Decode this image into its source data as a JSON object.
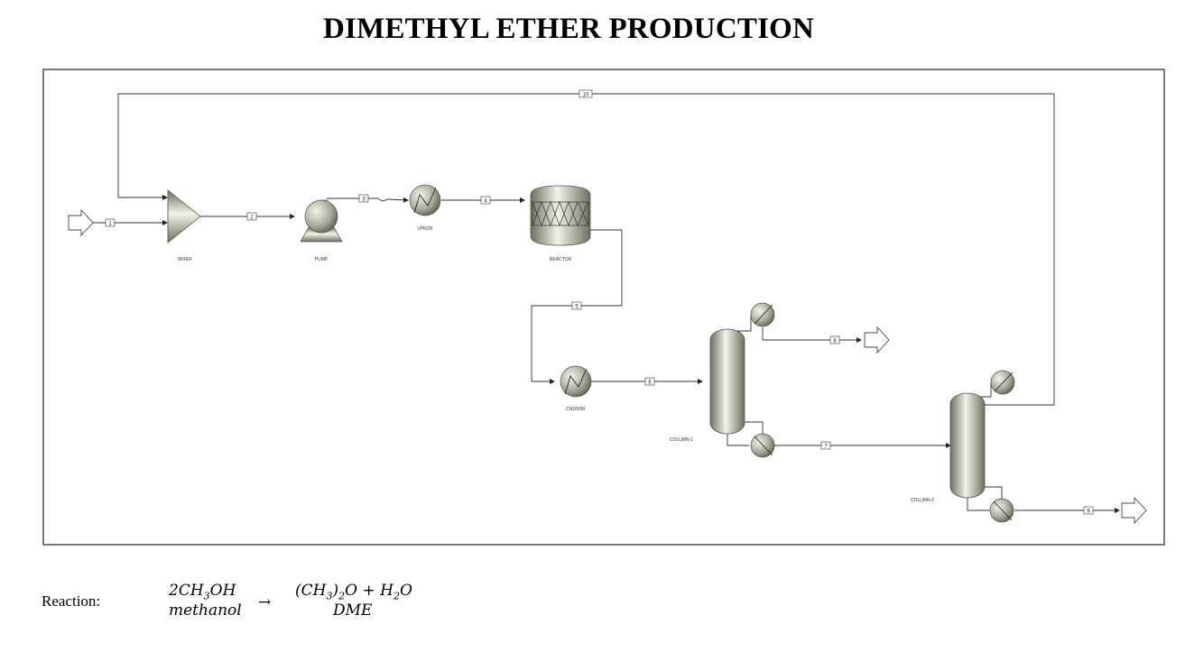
{
  "title": "DIMETHYL ETHER PRODUCTION",
  "units": {
    "mixer": "MIXER",
    "pump": "PUMP",
    "vaporizer": "VPRZR",
    "reactor": "REACTOR",
    "condenser": "CNDNSR",
    "column1": "COLUMN-1",
    "column2": "COLUMN-2"
  },
  "streams": {
    "s1": "1",
    "s2": "2",
    "s3": "3",
    "s4": "4",
    "s5": "5",
    "s6": "6",
    "s7": "7",
    "s8": "8",
    "s9": "9",
    "s10": "10"
  },
  "reaction": {
    "label": "Reaction:",
    "reactant_coef": "2",
    "reactant_formula": [
      "CH",
      "3",
      "OH"
    ],
    "reactant_name": "methanol",
    "arrow": "→",
    "product1_formula": [
      "(CH",
      "3",
      ")",
      "2",
      "O"
    ],
    "plus": "+",
    "product2_formula": [
      "H",
      "2",
      "O"
    ],
    "product_name": "DME"
  },
  "colors": {
    "equipment_light": "#f2f2e6",
    "equipment_dark": "#6e6e62",
    "line": "#333333"
  }
}
